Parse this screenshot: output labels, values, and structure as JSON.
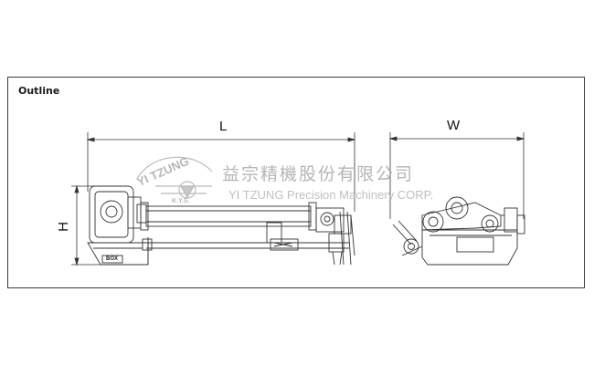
{
  "section": {
    "title": "Outline"
  },
  "dimensions": {
    "length": "L",
    "width": "W",
    "height": "H"
  },
  "watermark": {
    "company_cn": "益宗精機股份有限公司",
    "company_en": "YI TZUNG Precision Machinery CORP.",
    "logo_arc": "YI TZUNG",
    "logo_badge": "K.Y.S."
  },
  "parts": {
    "box_label": "BOX"
  },
  "colors": {
    "line": "#333333",
    "frame": "#3a3a3a",
    "watermark": "#a9a9a9"
  }
}
